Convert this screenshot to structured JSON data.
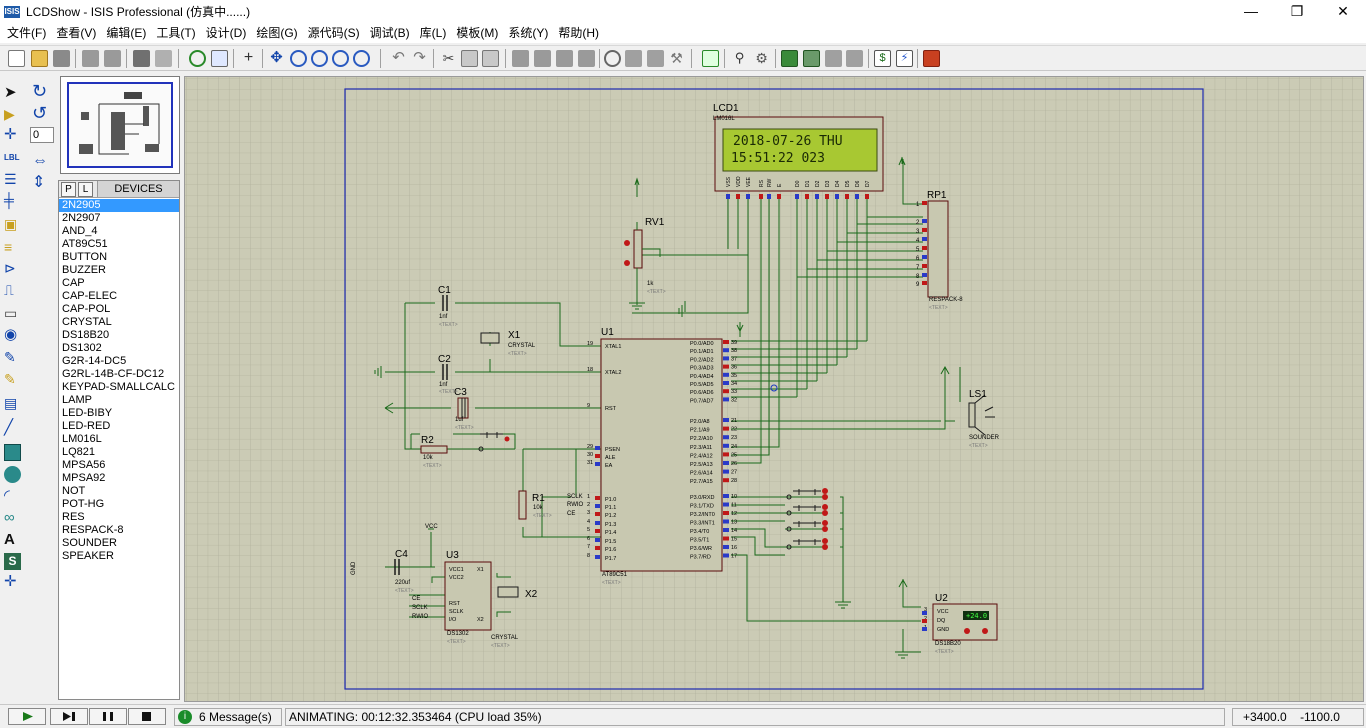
{
  "window": {
    "title": "LCDShow - ISIS Professional (仿真中......)",
    "app_icon_text": "ISIS",
    "min_glyph": "—",
    "max_glyph": "❐",
    "close_glyph": "✕"
  },
  "menu": [
    "文件(F)",
    "查看(V)",
    "编辑(E)",
    "工具(T)",
    "设计(D)",
    "绘图(G)",
    "源代码(S)",
    "调试(B)",
    "库(L)",
    "模板(M)",
    "系统(Y)",
    "帮助(H)"
  ],
  "rotation": {
    "angle": "0"
  },
  "devices": {
    "tab_p": "P",
    "tab_l": "L",
    "title": "DEVICES",
    "selected": "2N2905",
    "items": [
      "2N2905",
      "2N2907",
      "AND_4",
      "AT89C51",
      "BUTTON",
      "BUZZER",
      "CAP",
      "CAP-ELEC",
      "CAP-POL",
      "CRYSTAL",
      "DS18B20",
      "DS1302",
      "G2R-14-DC5",
      "G2RL-14B-CF-DC12",
      "KEYPAD-SMALLCALC",
      "LAMP",
      "LED-BIBY",
      "LED-RED",
      "LM016L",
      "LQ821",
      "MPSA56",
      "MPSA92",
      "NOT",
      "POT-HG",
      "RES",
      "RESPACK-8",
      "SOUNDER",
      "SPEAKER"
    ]
  },
  "schematic": {
    "lcd": {
      "ref": "LCD1",
      "part": "LM016L",
      "line1": "2018-07-26 THU",
      "line2": "15:51:22   023",
      "pins": [
        "VSS",
        "VDD",
        "VEE",
        "RS",
        "RW",
        "E",
        "D0",
        "D1",
        "D2",
        "D3",
        "D4",
        "D5",
        "D6",
        "D7"
      ]
    },
    "rv1": {
      "ref": "RV1",
      "value": "1k",
      "text": "<TEXT>"
    },
    "rp1": {
      "ref": "RP1",
      "part": "RESPACK-8",
      "text": "<TEXT>",
      "pins": [
        "1",
        "2",
        "3",
        "4",
        "5",
        "6",
        "7",
        "8",
        "9"
      ]
    },
    "c1": {
      "ref": "C1",
      "value": "1nf",
      "text": "<TEXT>"
    },
    "c2": {
      "ref": "C2",
      "value": "1nf",
      "text": "<TEXT>"
    },
    "c3": {
      "ref": "C3",
      "value": "1uf",
      "text": "<TEXT>"
    },
    "x1": {
      "ref": "X1",
      "part": "CRYSTAL",
      "text": "<TEXT>"
    },
    "r2": {
      "ref": "R2",
      "value": "10k",
      "text": "<TEXT>"
    },
    "r1": {
      "ref": "R1",
      "value": "10k",
      "text": "<TEXT>"
    },
    "u1": {
      "ref": "U1",
      "part": "AT89C51",
      "text": "<TEXT>",
      "left_pins": [
        {
          "num": "19",
          "name": "XTAL1"
        },
        {
          "num": "18",
          "name": "XTAL2"
        },
        {
          "num": "9",
          "name": "RST"
        },
        {
          "num": "29",
          "name": "PSEN"
        },
        {
          "num": "30",
          "name": "ALE"
        },
        {
          "num": "31",
          "name": "EA"
        },
        {
          "num": "1",
          "name": "P1.0"
        },
        {
          "num": "2",
          "name": "P1.1"
        },
        {
          "num": "3",
          "name": "P1.2"
        },
        {
          "num": "4",
          "name": "P1.3"
        },
        {
          "num": "5",
          "name": "P1.4"
        },
        {
          "num": "6",
          "name": "P1.5"
        },
        {
          "num": "7",
          "name": "P1.6"
        },
        {
          "num": "8",
          "name": "P1.7"
        }
      ],
      "right_pins": [
        {
          "num": "39",
          "name": "P0.0/AD0"
        },
        {
          "num": "38",
          "name": "P0.1/AD1"
        },
        {
          "num": "37",
          "name": "P0.2/AD2"
        },
        {
          "num": "36",
          "name": "P0.3/AD3"
        },
        {
          "num": "35",
          "name": "P0.4/AD4"
        },
        {
          "num": "34",
          "name": "P0.5/AD5"
        },
        {
          "num": "33",
          "name": "P0.6/AD6"
        },
        {
          "num": "32",
          "name": "P0.7/AD7"
        },
        {
          "num": "21",
          "name": "P2.0/A8"
        },
        {
          "num": "22",
          "name": "P2.1/A9"
        },
        {
          "num": "23",
          "name": "P2.2/A10"
        },
        {
          "num": "24",
          "name": "P2.3/A11"
        },
        {
          "num": "25",
          "name": "P2.4/A12"
        },
        {
          "num": "26",
          "name": "P2.5/A13"
        },
        {
          "num": "27",
          "name": "P2.6/A14"
        },
        {
          "num": "28",
          "name": "P2.7/A15"
        },
        {
          "num": "10",
          "name": "P3.0/RXD"
        },
        {
          "num": "11",
          "name": "P3.1/TXD"
        },
        {
          "num": "12",
          "name": "P3.2/INT0"
        },
        {
          "num": "13",
          "name": "P3.3/INT1"
        },
        {
          "num": "14",
          "name": "P3.4/T0"
        },
        {
          "num": "15",
          "name": "P3.5/T1"
        },
        {
          "num": "16",
          "name": "P3.6/WR"
        },
        {
          "num": "17",
          "name": "P3.7/RD"
        }
      ],
      "net_labels": [
        "SCLK",
        "RWIO",
        "CE"
      ]
    },
    "ls1": {
      "ref": "LS1",
      "part": "SOUNDER",
      "text": "<TEXT>"
    },
    "c4": {
      "ref": "C4",
      "value": "220uf",
      "text": "<TEXT>"
    },
    "u3": {
      "ref": "U3",
      "part": "DS1302",
      "text": "<TEXT>",
      "vcc": "VCC",
      "gnd": "GND",
      "pins_left": [
        "VCC1",
        "VCC2",
        "RST",
        "SCLK",
        "I/O"
      ],
      "pins_right": [
        "X1",
        "X2"
      ],
      "labels": [
        "CE",
        "SCLK",
        "RWIO"
      ]
    },
    "x2": {
      "ref": "X2",
      "part": "CRYSTAL",
      "text": "<TEXT>"
    },
    "u2": {
      "ref": "U2",
      "part": "DS18B20",
      "text": "<TEXT>",
      "reading": "+24.0",
      "pins": [
        "VCC",
        "DQ",
        "GND"
      ]
    }
  },
  "status": {
    "messages": "6 Message(s)",
    "animating": "ANIMATING: 00:12:32.353464 (CPU load 35%)",
    "coord_x": "+3400.0",
    "coord_y": "-1100.0"
  }
}
